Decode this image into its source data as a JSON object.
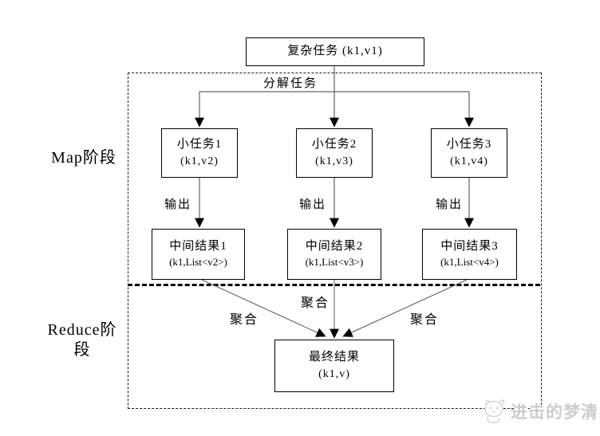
{
  "diagram": {
    "top_box": {
      "label": "复杂任务 (k1,v1)"
    },
    "decompose_label": "分解任务",
    "map_phase_label": "Map阶段",
    "reduce_phase_label": "Reduce阶段",
    "tasks": [
      {
        "title": "小任务1",
        "value": "(k1,v2)"
      },
      {
        "title": "小任务2",
        "value": "(k1,v3)"
      },
      {
        "title": "小任务3",
        "value": "(k1,v4)"
      }
    ],
    "output_labels": [
      "输出",
      "输出",
      "输出"
    ],
    "intermediate": [
      {
        "title": "中间结果1",
        "value": "(k1,List<v2>)"
      },
      {
        "title": "中间结果2",
        "value": "(k1,List<v3>)"
      },
      {
        "title": "中间结果3",
        "value": "(k1,List<v4>)"
      }
    ],
    "aggregate_labels": [
      "聚合",
      "聚合",
      "聚合"
    ],
    "final_box": {
      "title": "最终结果",
      "value": "(k1,v)"
    },
    "watermark": "进击的梦清",
    "colors": {
      "line": "#404040",
      "arrowhead": "#000000",
      "box_border": "#000000",
      "dashed_border": "#1a1a1a",
      "watermark_text": "#cccccc",
      "background": "#ffffff"
    }
  }
}
